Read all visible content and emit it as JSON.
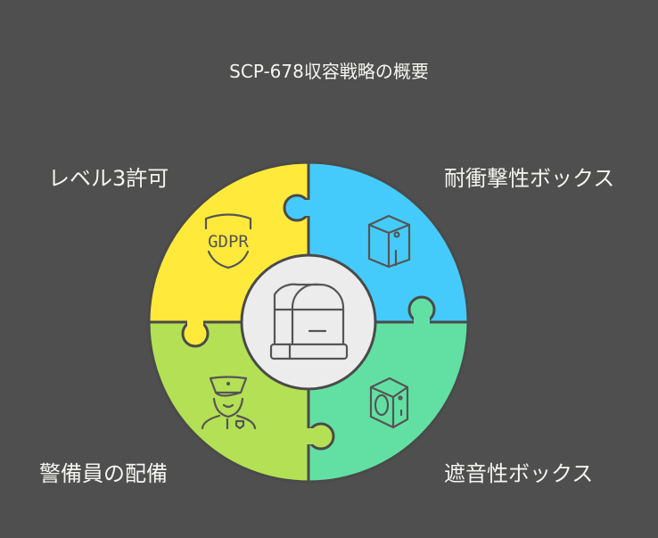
{
  "title": "SCP-678収容戦略の概要",
  "segments": [
    {
      "label": "レベル3許可",
      "icon": "gdpr-shield-icon",
      "color": "#ffea3b"
    },
    {
      "label": "耐衝撃性ボックス",
      "icon": "box-icon",
      "color": "#45cbfb"
    },
    {
      "label": "遮音性ボックス",
      "icon": "speaker-box-icon",
      "color": "#62e0a3"
    },
    {
      "label": "警備員の配備",
      "icon": "security-guard-icon",
      "color": "#b4e055"
    }
  ],
  "center": {
    "icon": "containment-chamber-icon",
    "color": "#ececec"
  },
  "icon_text": "GDPR"
}
